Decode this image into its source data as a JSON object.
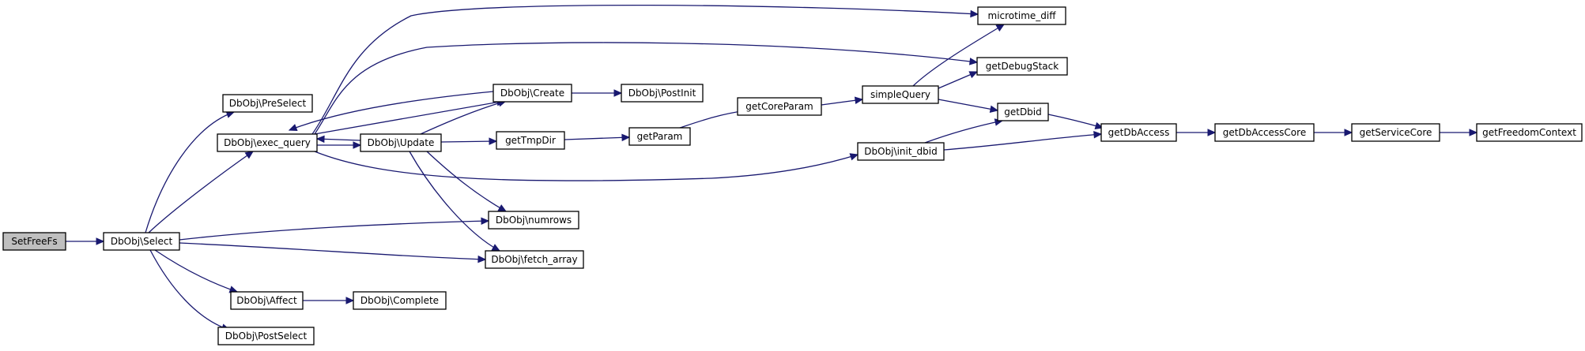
{
  "graph": {
    "colors": {
      "edge": "#191970",
      "root_fill": "#bfbfbf",
      "node_fill": "#ffffff",
      "node_border": "#000000"
    },
    "nodes": [
      {
        "id": "setfreefs",
        "label": "SetFreeFs",
        "root": true
      },
      {
        "id": "select",
        "label": "DbObj\\Select"
      },
      {
        "id": "preselect",
        "label": "DbObj\\PreSelect"
      },
      {
        "id": "exec_query",
        "label": "DbObj\\exec_query"
      },
      {
        "id": "affect",
        "label": "DbObj\\Affect"
      },
      {
        "id": "postselect",
        "label": "DbObj\\PostSelect"
      },
      {
        "id": "update",
        "label": "DbObj\\Update"
      },
      {
        "id": "create",
        "label": "DbObj\\Create"
      },
      {
        "id": "numrows",
        "label": "DbObj\\numrows"
      },
      {
        "id": "fetch_array",
        "label": "DbObj\\fetch_array"
      },
      {
        "id": "complete",
        "label": "DbObj\\Complete"
      },
      {
        "id": "postinit",
        "label": "DbObj\\PostInit"
      },
      {
        "id": "gettmpdir",
        "label": "getTmpDir"
      },
      {
        "id": "getparam",
        "label": "getParam"
      },
      {
        "id": "getcoreparam",
        "label": "getCoreParam"
      },
      {
        "id": "simplequery",
        "label": "simpleQuery"
      },
      {
        "id": "init_dbid",
        "label": "DbObj\\init_dbid"
      },
      {
        "id": "microtime_diff",
        "label": "microtime_diff"
      },
      {
        "id": "getdebugstack",
        "label": "getDebugStack"
      },
      {
        "id": "getdbid",
        "label": "getDbid"
      },
      {
        "id": "getdbaccess",
        "label": "getDbAccess"
      },
      {
        "id": "getdbaccesscore",
        "label": "getDbAccessCore"
      },
      {
        "id": "getservicecore",
        "label": "getServiceCore"
      },
      {
        "id": "getfreedomcontext",
        "label": "getFreedomContext"
      }
    ],
    "edges": [
      {
        "from": "setfreefs",
        "to": "select"
      },
      {
        "from": "select",
        "to": "preselect"
      },
      {
        "from": "select",
        "to": "exec_query"
      },
      {
        "from": "select",
        "to": "numrows"
      },
      {
        "from": "select",
        "to": "fetch_array"
      },
      {
        "from": "select",
        "to": "affect"
      },
      {
        "from": "select",
        "to": "postselect"
      },
      {
        "from": "exec_query",
        "to": "microtime_diff"
      },
      {
        "from": "exec_query",
        "to": "getdebugstack"
      },
      {
        "from": "exec_query",
        "to": "create"
      },
      {
        "from": "exec_query",
        "to": "update"
      },
      {
        "from": "exec_query",
        "to": "init_dbid"
      },
      {
        "from": "create",
        "to": "exec_query"
      },
      {
        "from": "create",
        "to": "postinit"
      },
      {
        "from": "update",
        "to": "exec_query"
      },
      {
        "from": "update",
        "to": "create"
      },
      {
        "from": "update",
        "to": "gettmpdir"
      },
      {
        "from": "update",
        "to": "numrows"
      },
      {
        "from": "update",
        "to": "fetch_array"
      },
      {
        "from": "affect",
        "to": "complete"
      },
      {
        "from": "gettmpdir",
        "to": "getparam"
      },
      {
        "from": "getparam",
        "to": "getcoreparam"
      },
      {
        "from": "getcoreparam",
        "to": "simplequery"
      },
      {
        "from": "simplequery",
        "to": "microtime_diff"
      },
      {
        "from": "simplequery",
        "to": "getdebugstack"
      },
      {
        "from": "simplequery",
        "to": "getdbid"
      },
      {
        "from": "init_dbid",
        "to": "getdbid"
      },
      {
        "from": "init_dbid",
        "to": "getdbaccess"
      },
      {
        "from": "getdbid",
        "to": "getdbaccess"
      },
      {
        "from": "getdbaccess",
        "to": "getdbaccesscore"
      },
      {
        "from": "getdbaccesscore",
        "to": "getservicecore"
      },
      {
        "from": "getservicecore",
        "to": "getfreedomcontext"
      }
    ]
  }
}
